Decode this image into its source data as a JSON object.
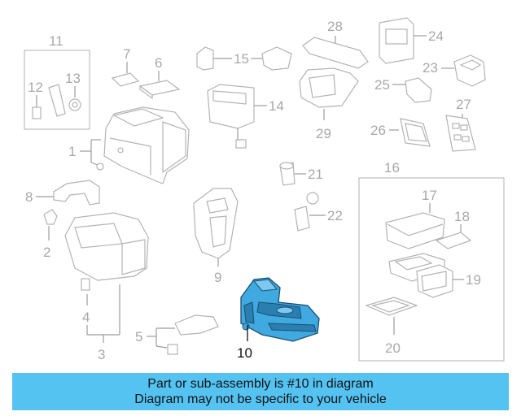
{
  "highlight_color": "#3fa9e0",
  "banner_color": "#55c3f2",
  "banner": {
    "line1": "Part or sub-assembly is #10 in diagram",
    "line2": "Diagram may not be specific to your vehicle"
  },
  "callouts": {
    "c1": "1",
    "c2": "2",
    "c3": "3",
    "c4": "4",
    "c5": "5",
    "c6": "6",
    "c7": "7",
    "c8": "8",
    "c9": "9",
    "c10": "10",
    "c11": "11",
    "c12": "12",
    "c13": "13",
    "c14": "14",
    "c15": "15",
    "c16": "16",
    "c17": "17",
    "c18": "18",
    "c19": "19",
    "c20": "20",
    "c21": "21",
    "c22": "22",
    "c23": "23",
    "c24": "24",
    "c25": "25",
    "c26": "26",
    "c27": "27",
    "c28": "28",
    "c29": "29"
  }
}
